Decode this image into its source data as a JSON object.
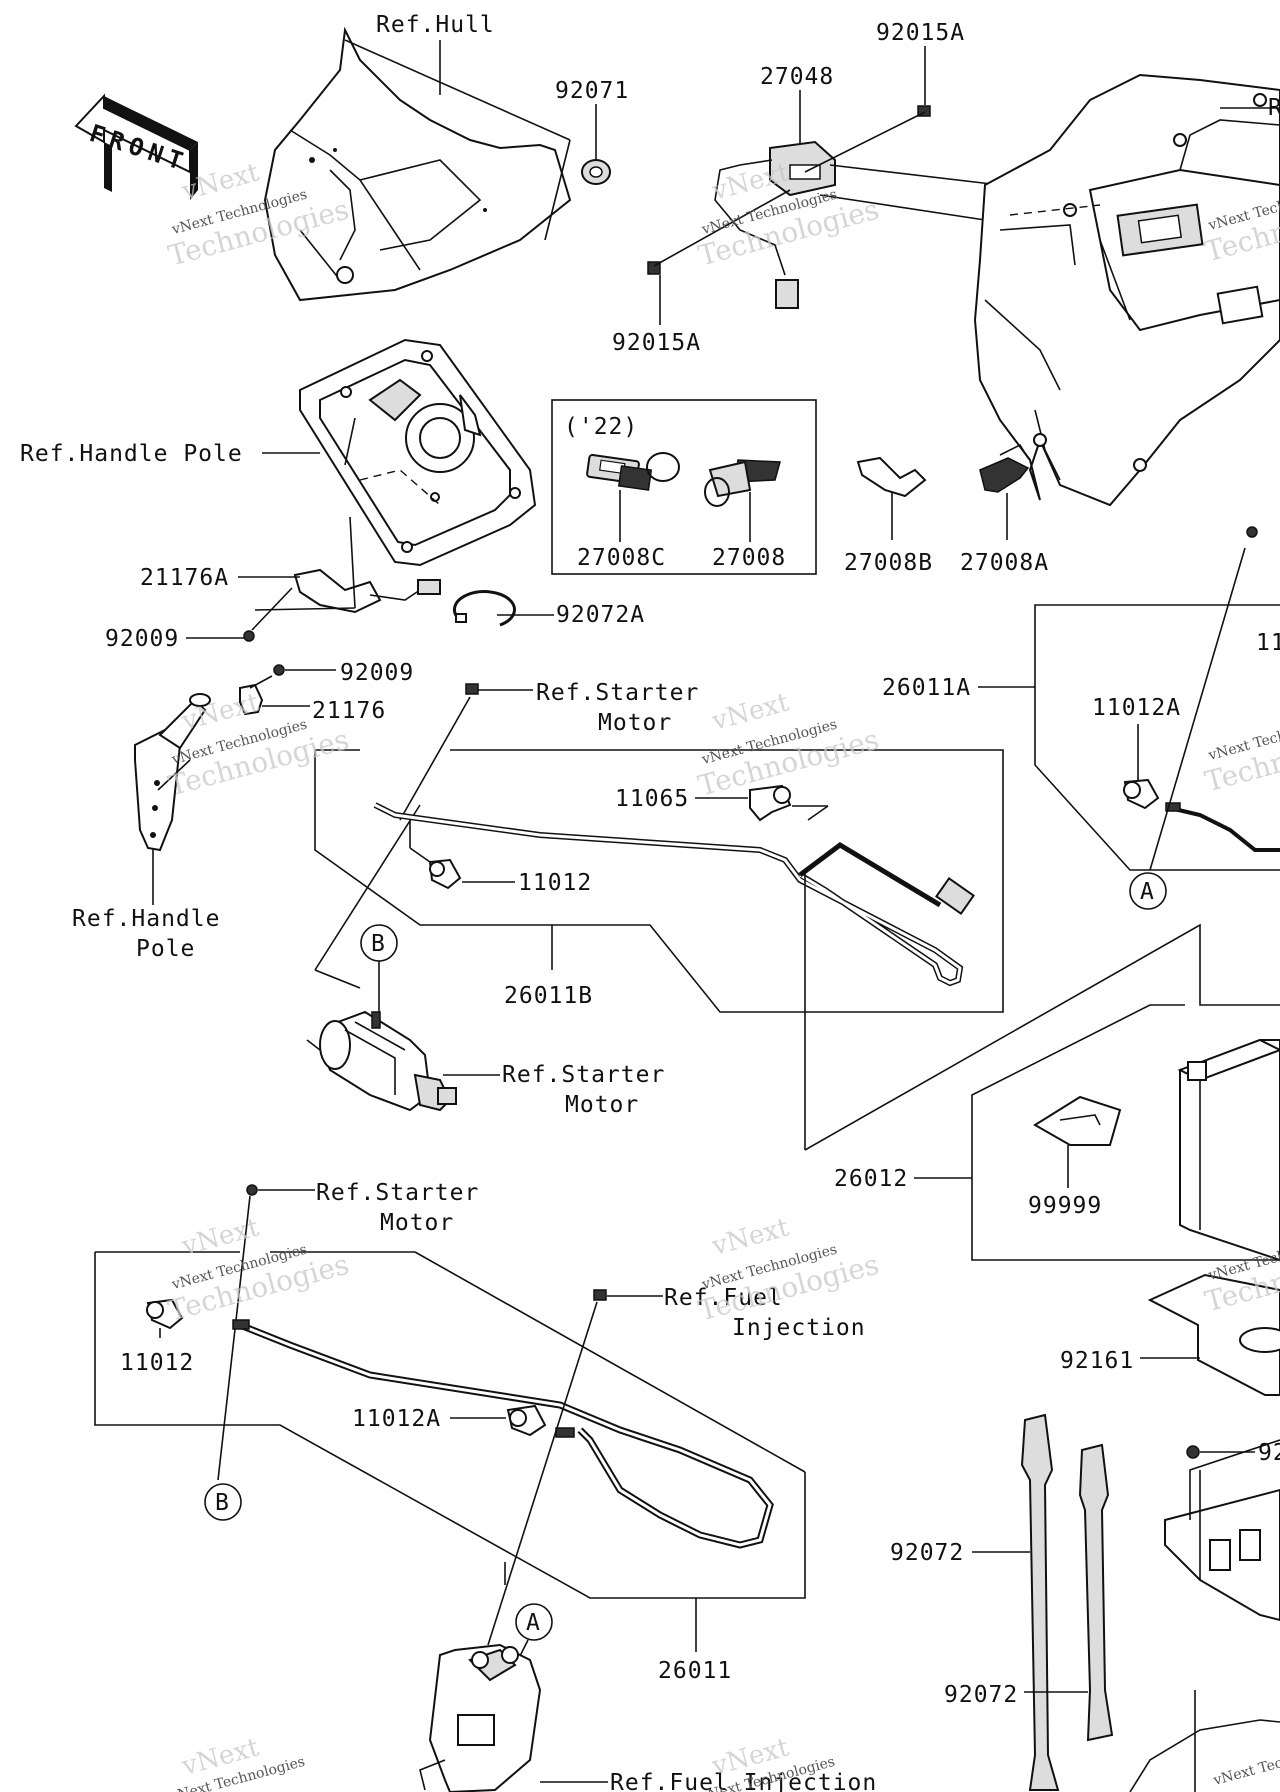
{
  "labels": {
    "ref_hull": "Ref.Hull",
    "p92071": "92071",
    "p27048": "27048",
    "p92015a_top": "92015A",
    "p92015a_bot": "92015A",
    "ref_handle_pole_1": "Ref.Handle Pole",
    "year": "('22)",
    "p27008c": "27008C",
    "p27008": "27008",
    "p27008b": "27008B",
    "p27008a": "27008A",
    "p21176a": "21176A",
    "p92009_a": "92009",
    "p92072a": "92072A",
    "p92009_b": "92009",
    "p21176": "21176",
    "ref_starter_motor_1a": "Ref.Starter",
    "ref_starter_motor_1b": "Motor",
    "p26011a": "26011A",
    "p11012a_right": "11012A",
    "p11065": "11065",
    "p11012": "11012",
    "ref_handle_pole_2a": "Ref.Handle",
    "ref_handle_pole_2b": "Pole",
    "p26011b": "26011B",
    "ref_starter_motor_2a": "Ref.Starter",
    "ref_starter_motor_2b": "Motor",
    "p26012": "26012",
    "p99999": "99999",
    "ref_starter_motor_3a": "Ref.Starter",
    "ref_starter_motor_3b": "Motor",
    "ref_fuel_injection_1a": "Ref.Fuel",
    "ref_fuel_injection_1b": "Injection",
    "p11012_left": "11012",
    "p11012a_left": "11012A",
    "p92161": "92161",
    "p92072_1": "92072",
    "p92072_2": "92072",
    "p26011": "26011",
    "ref_fuel_injection_2": "Ref.Fuel Injection",
    "p92_partial": "92",
    "p11_partial": "11",
    "ref_partial": "R"
  },
  "callouts": {
    "a1": "A",
    "a2": "A",
    "b1": "B",
    "b2": "B"
  },
  "front_arrow": "FRONT",
  "watermark": {
    "line1": "vNext",
    "line2": "vNext Technologies",
    "line3": "Technologies"
  }
}
